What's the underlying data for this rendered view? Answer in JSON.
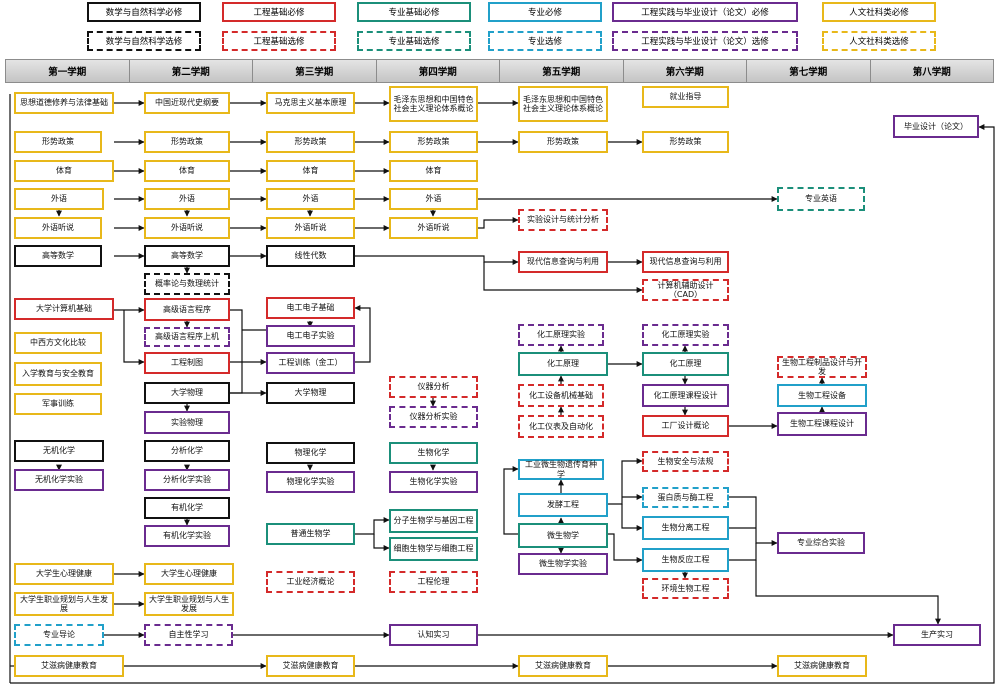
{
  "legend": {
    "math_req": "数学与自然科学必修",
    "eng_basic_req": "工程基础必修",
    "major_basic_req": "专业基础必修",
    "major_req": "专业必修",
    "practice_req": "工程实践与毕业设计（论文）必修",
    "humanities_req": "人文社科类必修",
    "math_elec": "数学与自然科学选修",
    "eng_basic_elec": "工程基础选修",
    "major_basic_elec": "专业基础选修",
    "major_elec": "专业选修",
    "practice_elec": "工程实践与毕业设计（论文）选修",
    "humanities_elec": "人文社科类选修"
  },
  "semesters": [
    "第一学期",
    "第二学期",
    "第三学期",
    "第四学期",
    "第五学期",
    "第六学期",
    "第七学期",
    "第八学期"
  ],
  "colors": {
    "math_science": "#111111",
    "engineering_basic": "#d42a2a",
    "major_basic": "#1b8f7a",
    "major": "#21a0c9",
    "practice_thesis": "#6a2b8f",
    "humanities": "#e8b81a"
  },
  "courses": {
    "sixiang_daode": "思想道德修养与法律基础",
    "jindaishi": "中国近现代史纲要",
    "makesi": "马克思主义基本原理",
    "maozedong_4": "毛泽东思想和中国特色社会主义理论体系概论",
    "maozedong_5": "毛泽东思想和中国特色社会主义理论体系概论",
    "jiuye": "就业指导",
    "biye_sheji": "毕业设计（论文）",
    "xingshi_1": "形势政策",
    "xingshi_2": "形势政策",
    "xingshi_3": "形势政策",
    "xingshi_4": "形势政策",
    "xingshi_5": "形势政策",
    "xingshi_6": "形势政策",
    "tiyu_1": "体育",
    "tiyu_2": "体育",
    "tiyu_3": "体育",
    "tiyu_4": "体育",
    "waiyu_1": "外语",
    "waiyu_2": "外语",
    "waiyu_3": "外语",
    "waiyu_4": "外语",
    "zhuanye_yingyu": "专业英语",
    "tingshuo_1": "外语听说",
    "tingshuo_2": "外语听说",
    "tingshuo_3": "外语听说",
    "tingshuo_4": "外语听说",
    "shiyan_sheji": "实验设计与统计分析",
    "gaoshu_1": "高等数学",
    "gaoshu_2": "高等数学",
    "xianxing": "线性代数",
    "xiandai_xinxi_5": "现代信息查询与利用",
    "xiandai_xinxi_6": "现代信息查询与利用",
    "gailvlun": "概率论与数理统计",
    "jisuanji_fuzhu": "计算机辅助设计（CAD）",
    "daxue_jisuanji": "大学计算机基础",
    "gaoji_yuyan": "高级语言程序",
    "gaoji_yuyan_shangji": "高级语言程序上机",
    "diangong": "电工电子基础",
    "diangong_shiyan": "电工电子实验",
    "zhongxi_wenhua": "中西方文化比较",
    "ruxue_jiaoyu": "入学教育与安全教育",
    "gongcheng_zhitu": "工程制图",
    "gongcheng_xunlian": "工程训练（金工）",
    "junshi": "军事训练",
    "daxue_wuli_2": "大学物理",
    "daxue_wuli_3": "大学物理",
    "shiyan_wuli": "实验物理",
    "yiqi_fenxi": "仪器分析",
    "yiqi_fenxi_shiyan": "仪器分析实验",
    "huagong_yuanli_shiyan_5": "化工原理实验",
    "huagong_yuanli_shiyan_6": "化工原理实验",
    "huagong_yuanli_5": "化工原理",
    "huagong_yuanli_6": "化工原理",
    "huagong_shebei": "化工设备机械基础",
    "huagong_yuanli_kecheng": "化工原理课程设计",
    "huagong_yibiao": "化工仪表及自动化",
    "gongchang_sheji": "工厂设计概论",
    "shengwu_zhipin": "生物工程制品设计与开发",
    "shengwu_shebei": "生物工程设备",
    "shengwu_kecheng": "生物工程课程设计",
    "wuji": "无机化学",
    "wuji_shiyan": "无机化学实验",
    "fenxi": "分析化学",
    "fenxi_shiyan": "分析化学实验",
    "wuli_huaxue": "物理化学",
    "wuli_huaxue_shiyan": "物理化学实验",
    "shenghua": "生物化学",
    "shenghua_shiyan": "生物化学实验",
    "gongye_yichuan": "工业微生物遗传育种学",
    "shengwu_anquan": "生物安全与法规",
    "youji": "有机化学",
    "youji_shiyan": "有机化学实验",
    "fajiao": "发酵工程",
    "danbaizhi": "蛋白质与酶工程",
    "putong_shengwu": "普通生物学",
    "fenzi_shengwu": "分子生物学与基因工程",
    "weishengwu": "微生物学",
    "fenli": "生物分离工程",
    "zhuanye_zonghe": "专业综合实验",
    "xibao_shengwu": "细胞生物学与细胞工程",
    "fanying": "生物反应工程",
    "weishengwu_shiyan": "微生物学实验",
    "huanjing": "环境生物工程",
    "gongye_jingji": "工业经济概论",
    "gongcheng_lunli": "工程伦理",
    "xinli_1": "大学生心理健康",
    "xinli_2": "大学生心理健康",
    "zhiye_1": "大学生职业规划与人生发展",
    "zhiye_2": "大学生职业规划与人生发展",
    "zhuanye_daolun": "专业导论",
    "zizhu_xuexi": "自主性学习",
    "renzhi_shixi": "认知实习",
    "shengchan_shixi": "生产实习",
    "aizi_1": "艾滋病健康教育",
    "aizi_3": "艾滋病健康教育",
    "aizi_5": "艾滋病健康教育",
    "aizi_7": "艾滋病健康教育"
  }
}
